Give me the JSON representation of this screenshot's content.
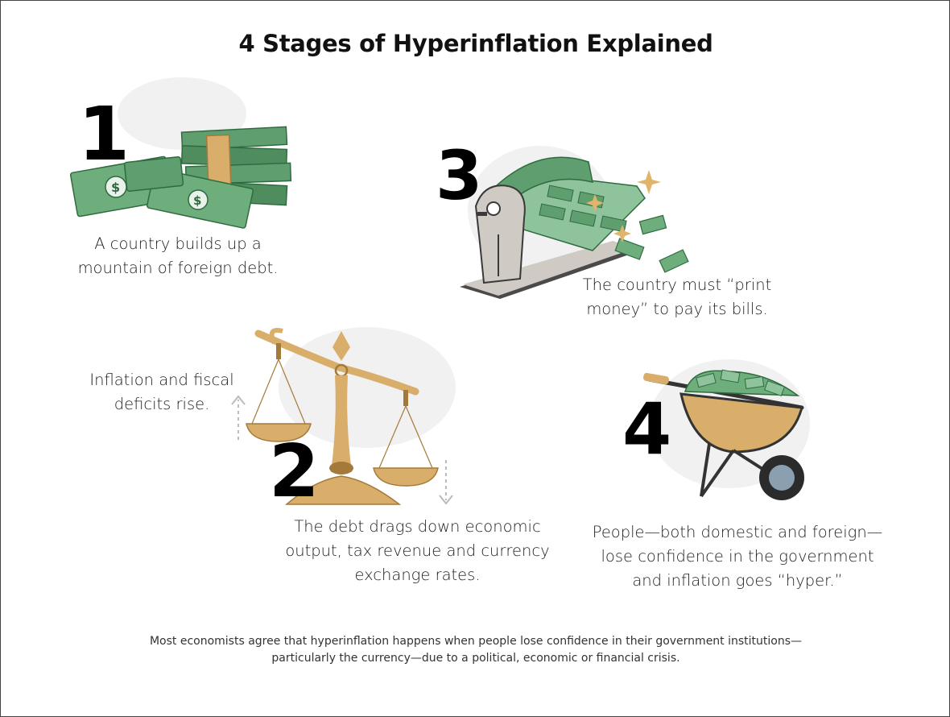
{
  "title": "4 Stages of Hyperinflation Explained",
  "stages": [
    {
      "number": "1",
      "line1": "A country builds up a",
      "line2": "mountain of foreign debt."
    },
    {
      "number": "2",
      "line1": "The debt drags down economic",
      "line2": "output, tax revenue and currency",
      "line3": "exchange rates."
    },
    {
      "number": "3",
      "line1": "The country must “print",
      "line2": "money” to pay its bills."
    },
    {
      "number": "4",
      "line1": "People—both domestic and foreign—",
      "line2": "lose confidence in the government",
      "line3": "and inflation goes “hyper.”"
    }
  ],
  "side_note": {
    "line1": "Inflation and fiscal",
    "line2": "deficits rise."
  },
  "footer": {
    "line1": "Most economists agree that hyperinflation happens when people lose confidence in their government institutions—",
    "line2": "particularly the currency—due to a political, economic or financial crisis."
  },
  "colors": {
    "money_green": "#5f9e6e",
    "money_dark": "#2f6b3f",
    "gold": "#d8ae6a",
    "gold_dark": "#a47a3a",
    "machine_grey": "#cfcac4",
    "ink": "#111111"
  },
  "icons": [
    "money-stack-icon",
    "scale-icon",
    "printing-press-icon",
    "wheelbarrow-icon"
  ]
}
